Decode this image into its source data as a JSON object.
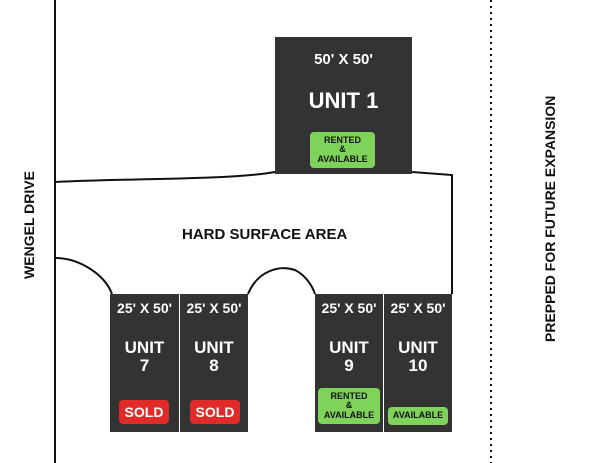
{
  "road_label": "WENGEL DRIVE",
  "expansion_label": "PREPPED FOR FUTURE EXPANSION",
  "area_label": "HARD SURFACE AREA",
  "units": {
    "u1": {
      "size": "50' X 50'",
      "name": "UNIT 1",
      "status": [
        "RENTED",
        "&",
        "AVAILABLE"
      ]
    },
    "u7": {
      "size": "25' X 50'",
      "name_line1": "UNIT",
      "name_line2": "7",
      "status": "SOLD"
    },
    "u8": {
      "size": "25' X 50'",
      "name_line1": "UNIT",
      "name_line2": "8",
      "status": "SOLD"
    },
    "u9": {
      "size": "25' X 50'",
      "name_line1": "UNIT",
      "name_line2": "9",
      "status": [
        "RENTED",
        "&",
        "AVAILABLE"
      ]
    },
    "u10": {
      "size": "25' X 50'",
      "name_line1": "UNIT",
      "name_line2": "10",
      "status": "AVAILABLE"
    }
  },
  "colors": {
    "unit_fill": "#333333",
    "available_green": "#7fd35b",
    "sold_red": "#e12a2a"
  }
}
